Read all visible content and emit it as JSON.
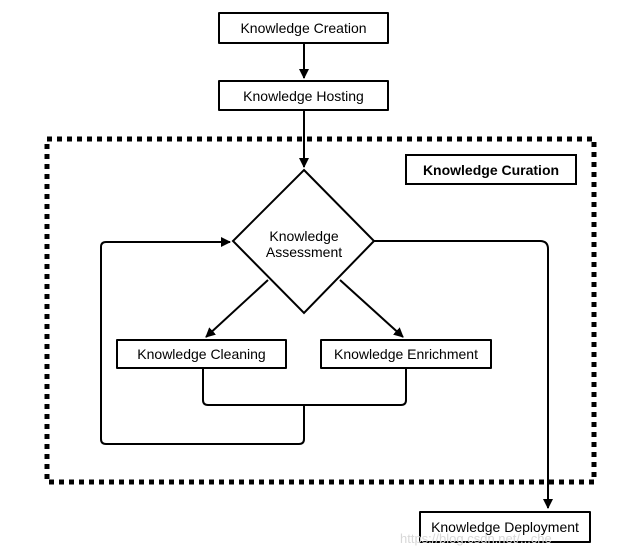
{
  "nodes": {
    "creation": "Knowledge Creation",
    "hosting": "Knowledge Hosting",
    "assessment_line1": "Knowledge",
    "assessment_line2": "Assessment",
    "cleaning": "Knowledge Cleaning",
    "enrichment": "Knowledge Enrichment",
    "deployment": "Knowledge Deployment"
  },
  "group": {
    "label": "Knowledge Curation"
  },
  "watermark": "https://blog.csdn.net/...che"
}
